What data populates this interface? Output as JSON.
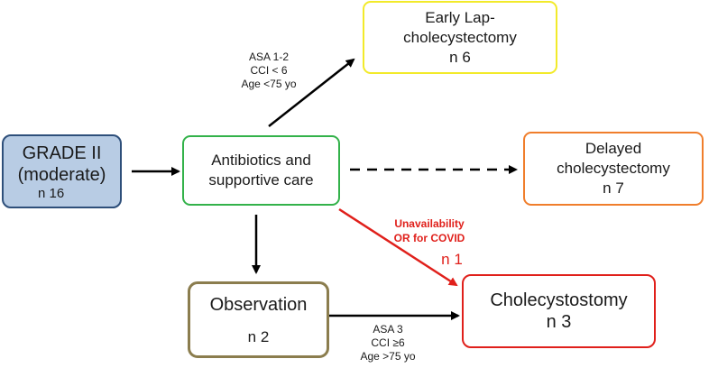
{
  "nodes": {
    "grade": {
      "line1": "GRADE II",
      "line2": "(moderate)",
      "count": "n 16",
      "border": "#2e4f7a",
      "fill": "#b8cce4"
    },
    "antibiotics": {
      "line1": "Antibiotics and",
      "line2": "supportive care",
      "border": "#33b24a"
    },
    "early": {
      "line1": "Early Lap-",
      "line2": "cholecystectomy",
      "count": "n 6",
      "border": "#f2ea2a"
    },
    "delayed": {
      "line1": "Delayed",
      "line2": "cholecystectomy",
      "count": "n 7",
      "border": "#f07e2c"
    },
    "observation": {
      "line1": "Observation",
      "count": "n 2",
      "border": "#8b7d4e"
    },
    "cholecystostomy": {
      "line1": "Cholecystostomy",
      "count": "n 3",
      "border": "#e0201b"
    }
  },
  "edge_labels": {
    "to_early": [
      "ASA 1-2",
      "CCI < 6",
      "Age <75 yo"
    ],
    "to_cholecystostomy_from_obs": [
      "ASA 3",
      "CCI ≥6",
      "Age >75 yo"
    ],
    "red_reason": [
      "Unavailability",
      "OR for COVID"
    ],
    "red_count": "n 1"
  },
  "colors": {
    "arrow": "#000000",
    "red_arrow": "#e0201b"
  }
}
